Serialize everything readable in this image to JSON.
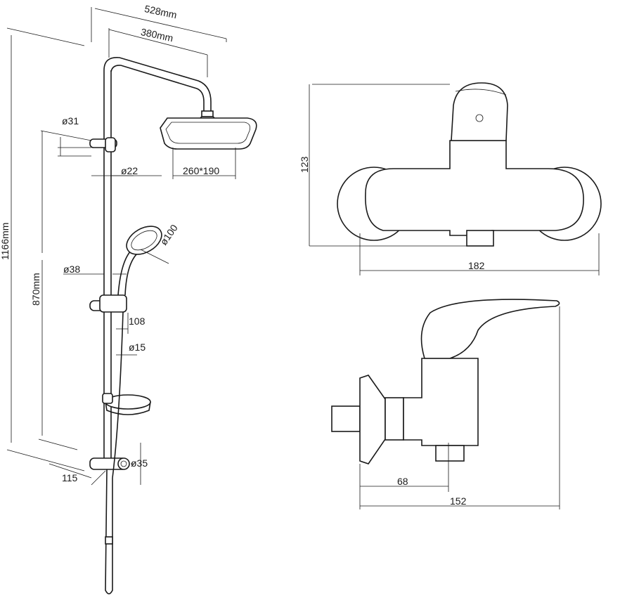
{
  "title": "Shower column and wall mixer dimension drawing",
  "shower_column": {
    "width_overall": "528mm",
    "arm_length": "380mm",
    "diam_top_bracket": "ø31",
    "diam_pipe_upper": "ø22",
    "head_size": "260*190",
    "height_overall": "1166mm",
    "hand_shower_diam": "ø100",
    "height_to_outlet": "870mm",
    "diam_slider": "ø38",
    "slider_projection": "108",
    "diam_pipe_lower": "ø15",
    "diam_diverter": "ø35",
    "diverter_projection": "115"
  },
  "mixer_front": {
    "height": "123",
    "width": "182"
  },
  "mixer_side": {
    "outlet_offset": "68",
    "depth": "152"
  }
}
